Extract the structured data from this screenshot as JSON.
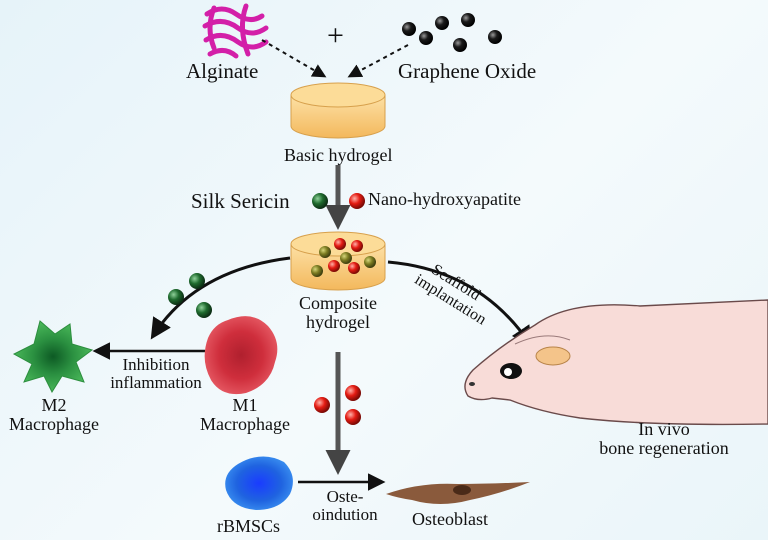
{
  "title": "",
  "nodes": {
    "alginate": "Alginate",
    "plus": "+",
    "graphene_oxide": "Graphene Oxide",
    "basic_hydrogel": "Basic hydrogel",
    "silk_sericin": "Silk Sericin",
    "nano_ha": "Nano-hydroxyapatite",
    "composite_line1": "Composite",
    "composite_line2": "hydrogel",
    "scaffold_line1": "Scaffold",
    "scaffold_line2": "implantation",
    "inhibition_line1": "Inhibition",
    "inhibition_line2": "inflammation",
    "m1_line1": "M1",
    "m1_line2": "Macrophage",
    "m2_line1": "M2",
    "m2_line2": "Macrophage",
    "invivo_line1": "In vivo",
    "invivo_line2": "bone regeneration",
    "rbmscs": "rBMSCs",
    "osteo_line1": "Oste-",
    "osteo_line2": "oindution",
    "osteoblast": "Osteoblast"
  },
  "colors": {
    "alginate": "#d31fa8",
    "graphene_oxide": "#111111",
    "hydrogel": "#f7cf7e",
    "silk_sericin": "#1f6b2e",
    "nano_ha": "#e41b12",
    "m1": "#dd3a48",
    "m2": "#37a84c",
    "rbmscs": "#1c5ee0",
    "osteoblast": "#8a5a3c",
    "rat": "#f8dcd8"
  },
  "icons": [
    "alginate-molecule-icon",
    "graphene-oxide-particles-icon",
    "hydrogel-disc-icon",
    "silk-sericin-bead-icon",
    "nano-hydroxyapatite-bead-icon",
    "m1-macrophage-icon",
    "m2-macrophage-icon",
    "rat-icon",
    "rbmsc-cell-icon",
    "osteoblast-cell-icon"
  ]
}
